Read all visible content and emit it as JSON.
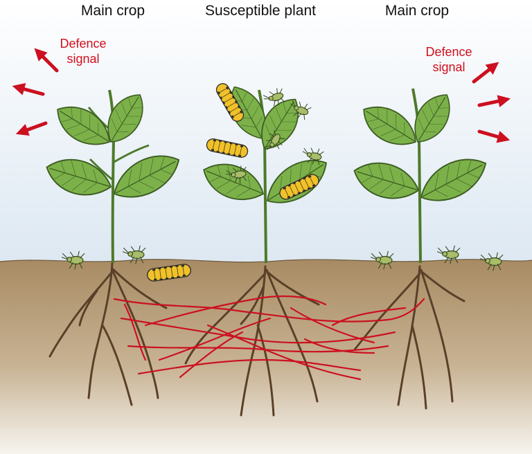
{
  "labels": {
    "left_title": "Main crop",
    "center_title": "Susceptible plant",
    "right_title": "Main crop",
    "left_signal_line1": "Defence",
    "left_signal_line2": "signal",
    "right_signal_line1": "Defence",
    "right_signal_line2": "signal"
  },
  "colors": {
    "sky_top": "#ffffff",
    "sky_bottom": "#dde8f2",
    "soil_top": "#a88b63",
    "soil_bottom": "#f7f4ef",
    "leaf_fill": "#7cb14a",
    "leaf_edge": "#3d5e22",
    "root": "#5a4028",
    "mycorrhizal_network": "#cc1020",
    "signal_arrow": "#cc1020",
    "caterpillar": "#f0c12a",
    "aphid": "#a9bd6a"
  },
  "icons": {
    "arrow": "defence-signal-arrow",
    "pest_large": "caterpillar-icon",
    "pest_small": "aphid-icon"
  }
}
